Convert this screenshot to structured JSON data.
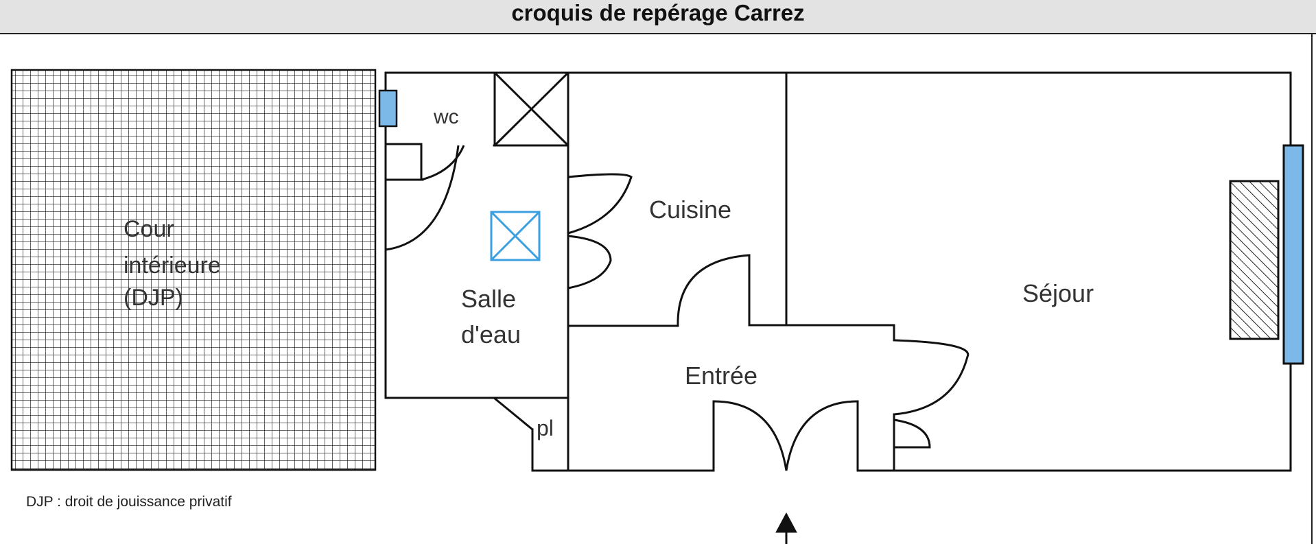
{
  "header": {
    "title": "croquis de repérage Carrez"
  },
  "rooms": {
    "cour_line1": "Cour",
    "cour_line2": "intérieure",
    "cour_line3": "(DJP)",
    "wc": "wc",
    "cuisine": "Cuisine",
    "salle_line1": "Salle",
    "salle_line2": "d'eau",
    "sejour": "Séjour",
    "entree": "Entrée",
    "placard": "pl"
  },
  "legend": {
    "text": "DJP : droit de jouissance privatif"
  },
  "colors": {
    "accent": "#3b9fe0",
    "wall": "#111111",
    "fixture": "#7cb8e8"
  }
}
